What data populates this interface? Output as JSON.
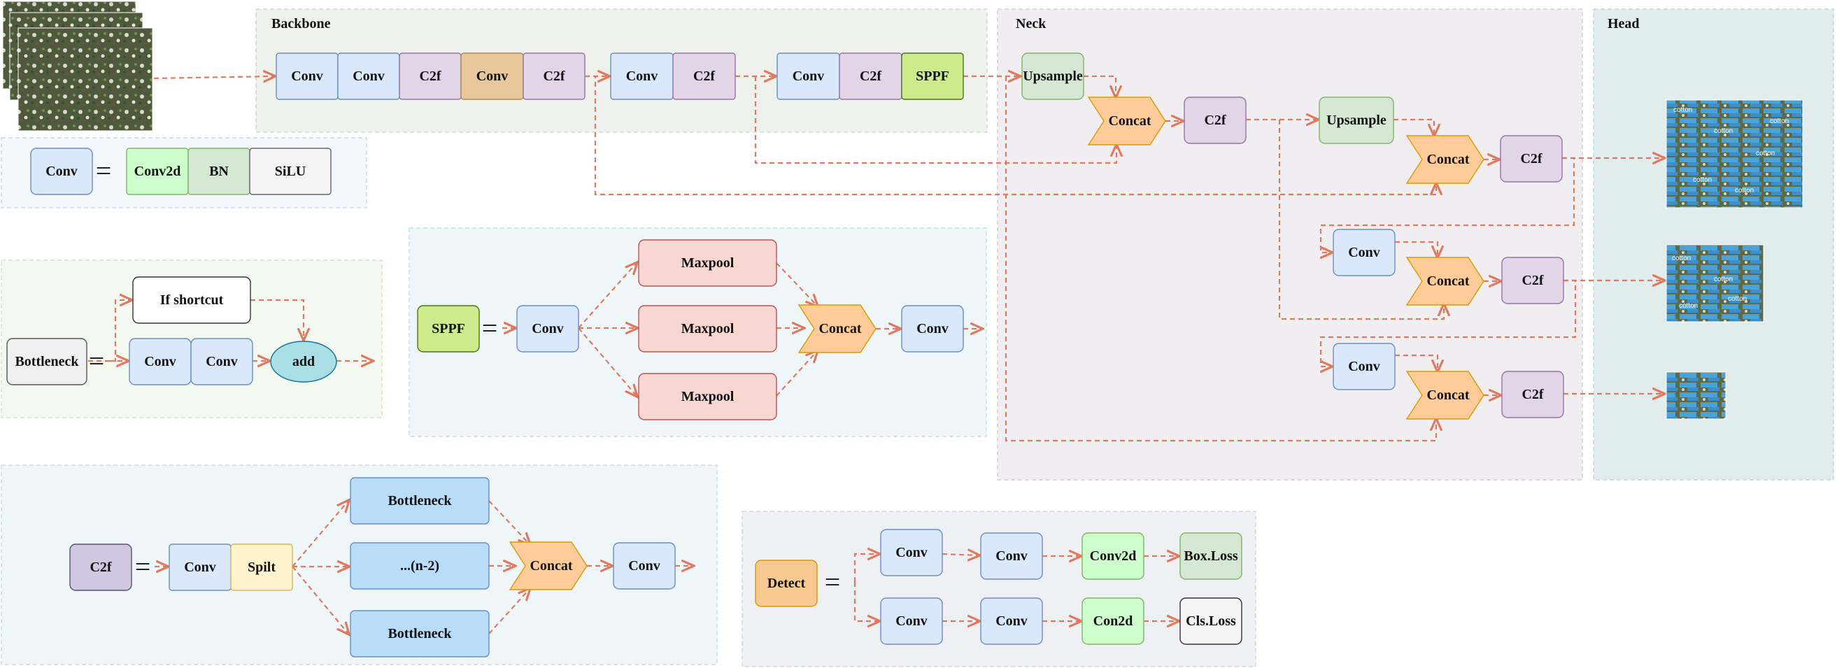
{
  "sections": {
    "backbone": "Backbone",
    "neck": "Neck",
    "head": "Head"
  },
  "blocks": {
    "conv": "Conv",
    "c2f": "C2f",
    "sppf": "SPPF",
    "upsample": "Upsample",
    "concat": "Concat",
    "conv2d": "Conv2d",
    "con2d": "Con2d",
    "bn": "BN",
    "silu": "SiLU",
    "bottleneck": "Bottleneck",
    "if_shortcut": "If shortcut",
    "add": "add",
    "maxpool": "Maxpool",
    "split": "Spilt",
    "n_minus_2": "...(n-2)",
    "detect": "Detect",
    "box_loss": "Box.Loss",
    "cls_loss": "Cls.Loss"
  },
  "detection_label": "cotton",
  "equals": "=",
  "colors": {
    "conv": "#dae8fc",
    "conv_border": "#6c8ebf",
    "c2f": "#e1d5e7",
    "c2f_border": "#9673a6",
    "sppf": "#cdeb8b",
    "upsample": "#d5e8d4",
    "concat": "#ffcc99",
    "maxpool": "#f8d7d2",
    "bottleneck_blue": "#b9dcf8",
    "split": "#fff2cc",
    "detect": "#f5c98f",
    "add": "#a9dfe4",
    "edge": "#e07a5f",
    "backbone_bg": "#eef1ec",
    "neck_bg": "#f1eef2",
    "head_bg": "#e1ecec"
  }
}
